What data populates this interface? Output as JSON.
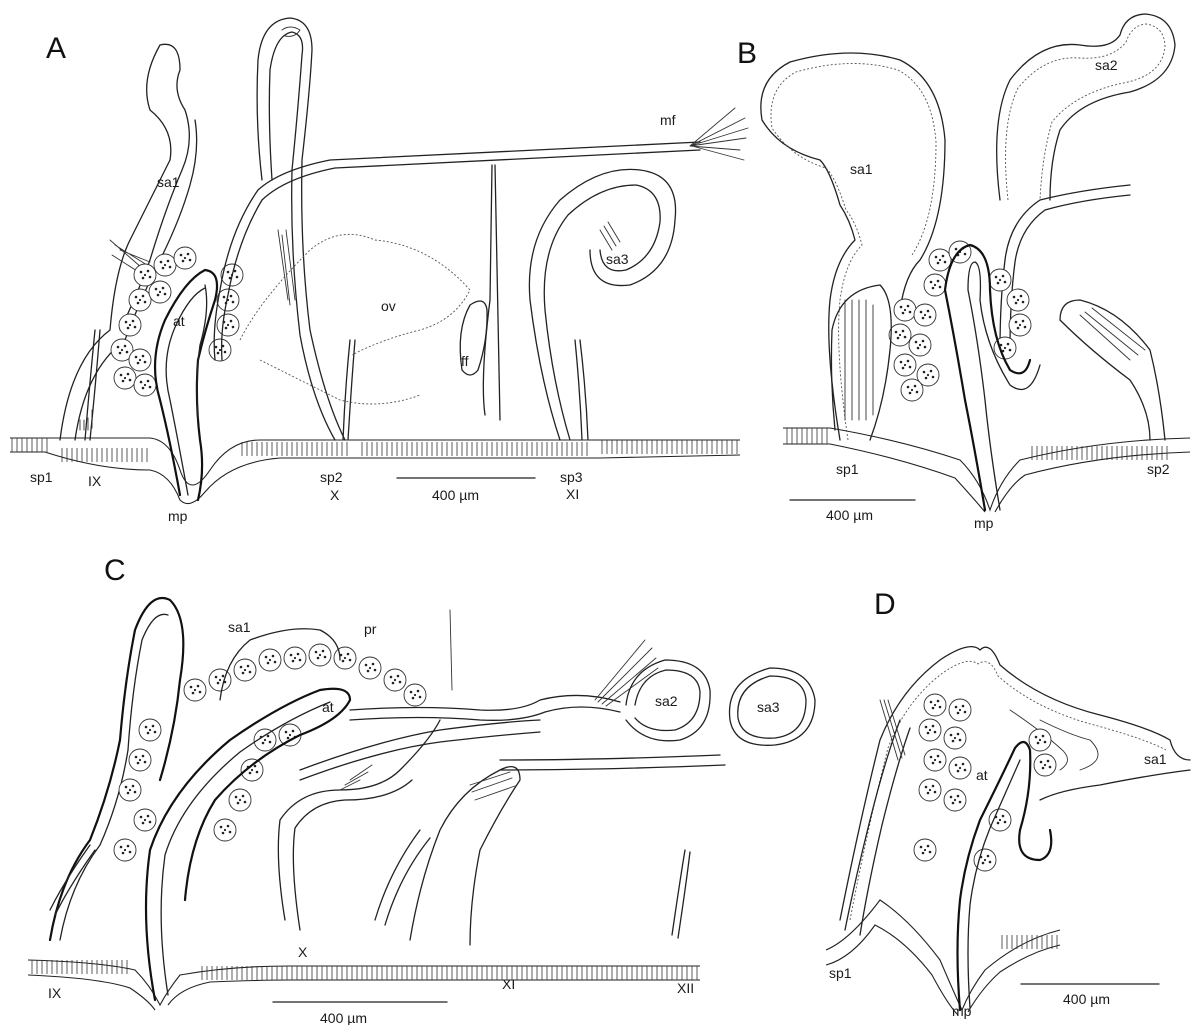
{
  "scale_text": "400 µm",
  "panels": {
    "A": {
      "letter": "A",
      "labels": {
        "sa1": "sa1",
        "at": "at",
        "ov": "ov",
        "ff": "ff",
        "mf": "mf",
        "sa3": "sa3",
        "sp1": "sp1",
        "sp2": "sp2",
        "sp3": "sp3",
        "mp": "mp",
        "seg_ix": "IX",
        "seg_x": "X",
        "seg_xi": "XI"
      }
    },
    "B": {
      "letter": "B",
      "labels": {
        "sa1": "sa1",
        "sa2": "sa2",
        "sp1": "sp1",
        "sp2": "sp2",
        "mp": "mp"
      }
    },
    "C": {
      "letter": "C",
      "labels": {
        "sa1": "sa1",
        "pr": "pr",
        "at": "at",
        "sa2": "sa2",
        "sa3": "sa3",
        "seg_ix": "IX",
        "seg_x": "X",
        "seg_xi": "XI",
        "seg_xii": "XII"
      }
    },
    "D": {
      "letter": "D",
      "labels": {
        "sa1": "sa1",
        "at": "at",
        "sp1": "sp1",
        "mp": "mp"
      }
    }
  }
}
